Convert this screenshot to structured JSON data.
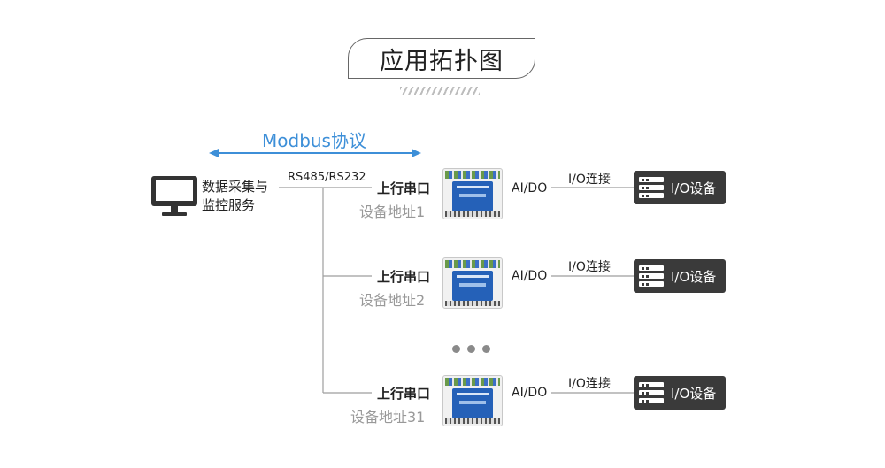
{
  "title": "应用拓扑图",
  "protocol": "Modbus协议",
  "host": {
    "line1": "数据采集与",
    "line2": "监控服务",
    "icon": "monitor-icon"
  },
  "bus_label": "RS485/RS232",
  "devices": [
    {
      "uplink": "上行串口",
      "address": "设备地址1",
      "port": "AI/DO",
      "link": "I/O连接",
      "io_device": "I/O设备"
    },
    {
      "uplink": "上行串口",
      "address": "设备地址2",
      "port": "AI/DO",
      "link": "I/O连接",
      "io_device": "I/O设备"
    },
    {
      "uplink": "上行串口",
      "address": "设备地址31",
      "port": "AI/DO",
      "link": "I/O连接",
      "io_device": "I/O设备"
    }
  ],
  "colors": {
    "accent": "#3d8fd8",
    "line": "#9e9e9e",
    "io_box": "#3a3a3a",
    "device_panel": "#2561b8"
  }
}
